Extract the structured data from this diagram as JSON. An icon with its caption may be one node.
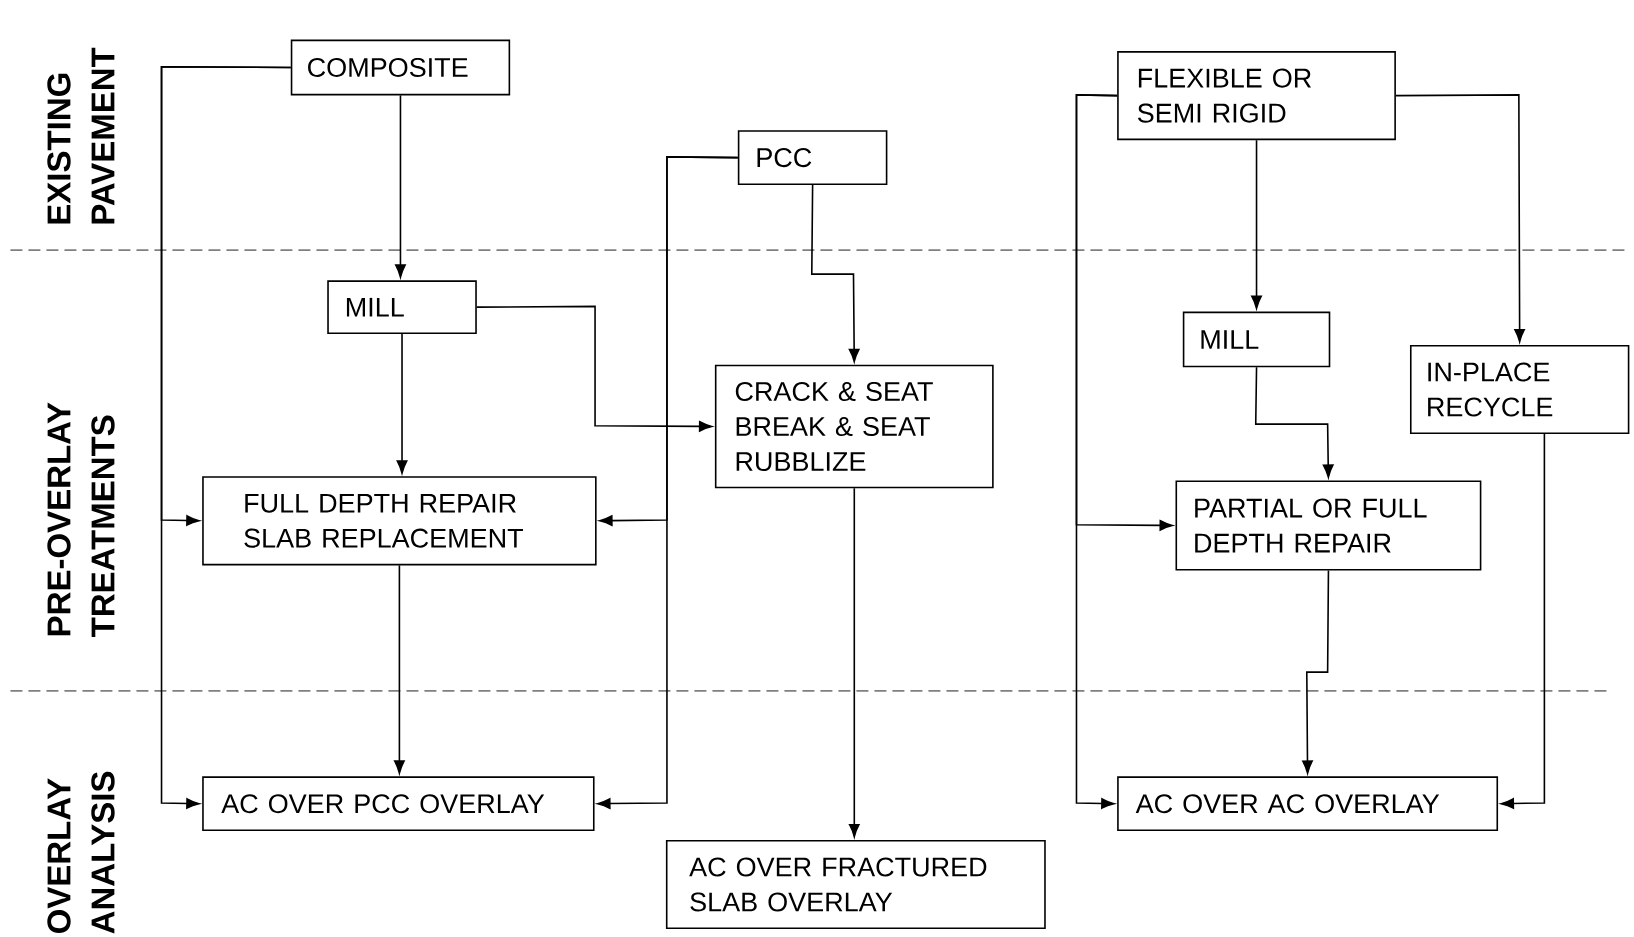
{
  "diagram": {
    "nodes": [
      {
        "text": [
          "COMPOSITE"
        ]
      },
      {
        "text": [
          "PCC"
        ]
      },
      {
        "text": [
          "FLEXIBLE OR SEMI RIGID"
        ]
      },
      {
        "text": [
          "MILL"
        ]
      },
      {
        "text": [
          "CRACK & SEAT BREAK & SEAT RUBBLIZE"
        ]
      },
      {
        "text": [
          "MILL"
        ]
      },
      {
        "text": [
          "IN-PLACE RECYCLE"
        ]
      },
      {
        "text": [
          "FULL DEPTH REPAIR SLAB REPLACEMENT"
        ]
      },
      {
        "text": [
          "PARTIAL OR FULL DEPTH REPAIR"
        ]
      },
      {
        "text": [
          "AC OVER PCC OVERLAY"
        ]
      },
      {
        "text": [
          "AC OVER FRACTURED SLAB OVERLAY"
        ]
      },
      {
        "text": [
          "AC OVER AC OVERLAY"
        ]
      }
    ],
    "edges": [
      {
        "from": 0,
        "to": 3,
        "arrow": "to"
      },
      {
        "from": 0,
        "to": 7,
        "arrow": "to"
      },
      {
        "from": 0,
        "to": 9,
        "arrow": "to"
      },
      {
        "from": 3,
        "to": 7,
        "arrow": "to"
      },
      {
        "from": 3,
        "to": 4,
        "arrow": "to"
      },
      {
        "from": 1,
        "to": 4,
        "arrow": "to"
      },
      {
        "from": 1,
        "to": 7,
        "arrow": "to"
      },
      {
        "from": 1,
        "to": 9,
        "arrow": "to"
      },
      {
        "from": 7,
        "to": 9,
        "arrow": "to"
      },
      {
        "from": 4,
        "to": 10,
        "arrow": "to"
      },
      {
        "from": 2,
        "to": 5,
        "arrow": "to"
      },
      {
        "from": 2,
        "to": 6,
        "arrow": "to"
      },
      {
        "from": 2,
        "to": 8,
        "arrow": "to"
      },
      {
        "from": 2,
        "to": 11,
        "arrow": "to"
      },
      {
        "from": 5,
        "to": 8,
        "arrow": "to"
      },
      {
        "from": 8,
        "to": 11,
        "arrow": "to"
      },
      {
        "from": 6,
        "to": 11,
        "arrow": "to"
      }
    ],
    "labels": [
      "EXISTING PAVEMENT",
      "PRE-OVERLAY TREATMENTS",
      "OVERLAY ANALYSIS"
    ]
  }
}
